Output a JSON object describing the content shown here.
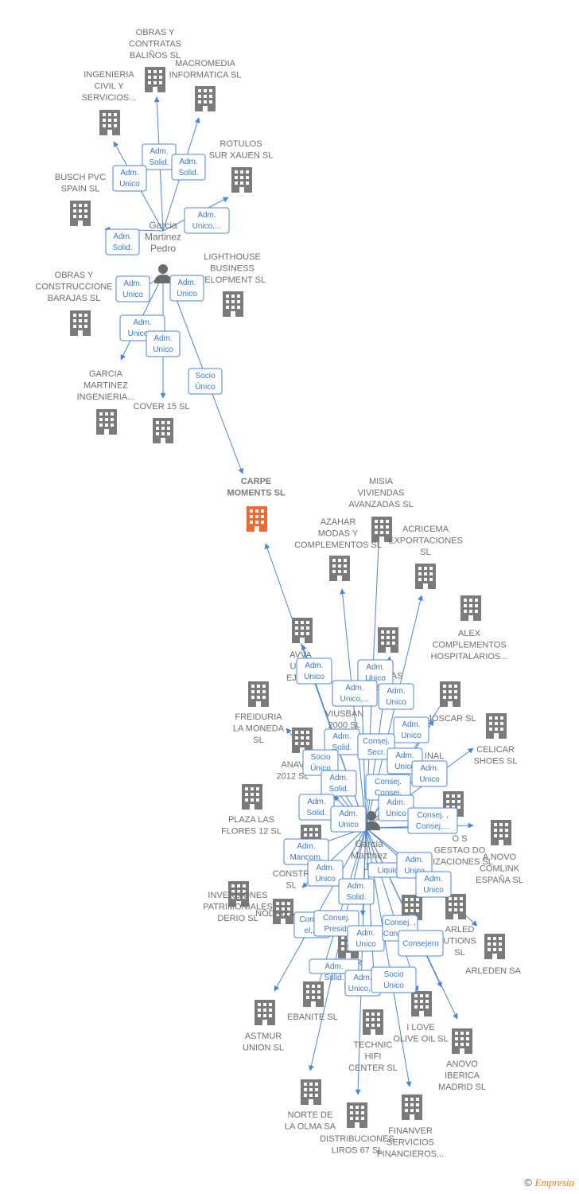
{
  "colors": {
    "building": "#7b7b7b",
    "center": "#f0692e",
    "edge": "#4a86d8",
    "text": "#6e6e6e"
  },
  "footer": {
    "copyright": "©",
    "brand": "Empresia"
  },
  "persons": [
    {
      "id": "p1",
      "label": [
        "Garcia",
        "Martinez",
        "Pedro"
      ]
    },
    {
      "id": "p2",
      "label": [
        "Garcia",
        "Martinez",
        "Jo"
      ]
    }
  ],
  "nodes": [
    {
      "id": "c0",
      "center": true,
      "label": [
        "CARPE",
        "MOMENTS SL"
      ]
    },
    {
      "id": "n1",
      "label": [
        "OBRAS Y",
        "CONTRATAS",
        "BALIÑOS SL"
      ]
    },
    {
      "id": "n2",
      "label": [
        "MACROMEDIA",
        "INFORMATICA SL"
      ]
    },
    {
      "id": "n3",
      "label": [
        "INGENIERIA",
        "CIVIL Y",
        "SERVICIOS..."
      ]
    },
    {
      "id": "n4",
      "label": [
        "ROTULOS",
        "SUR XAUEN SL"
      ]
    },
    {
      "id": "n5",
      "label": [
        "BUSCH PVC",
        "SPAIN SL"
      ]
    },
    {
      "id": "n6",
      "label": [
        "LIGHTHOUSE",
        "BUSINESS",
        "VELOPMENT SL"
      ]
    },
    {
      "id": "n7",
      "label": [
        "OBRAS Y",
        "CONSTRUCCIONE",
        "BARAJAS SL"
      ]
    },
    {
      "id": "n8",
      "label": [
        "GARCIA",
        "MARTINEZ",
        "INGENIERIA..."
      ]
    },
    {
      "id": "n9",
      "label": [
        "COVER 15 SL"
      ]
    },
    {
      "id": "n10",
      "label": [
        "MISIA",
        "VIVIENDAS",
        "AVANZADAS SL"
      ]
    },
    {
      "id": "n11",
      "label": [
        "AZAHAR",
        "MODAS Y",
        "COMPLEMENTOS SL"
      ]
    },
    {
      "id": "n12",
      "label": [
        "ACRICEMA",
        "EXPORTACIONES",
        "SL"
      ]
    },
    {
      "id": "n13",
      "label": [
        "ALEX",
        "COMPLEMENTOS",
        "HOSPITALARIOS..."
      ]
    },
    {
      "id": "n14",
      "label": [
        "AVVA",
        "UNID",
        "EJECU"
      ]
    },
    {
      "id": "n15",
      "label": [
        "RO",
        "TAICAS",
        "ERAS"
      ]
    },
    {
      "id": "n16",
      "label": [
        "FREIDURIA",
        "LA MONEDA",
        "SL"
      ]
    },
    {
      "id": "n17",
      "label": [
        "VIUSBAN",
        "2000 SL"
      ]
    },
    {
      "id": "n18",
      "label": [
        "JOSCAR SL"
      ]
    },
    {
      "id": "n19",
      "label": [
        "CELICAR",
        "SHOES SL"
      ]
    },
    {
      "id": "n20",
      "label": [
        "ANAV",
        "2012 SL"
      ]
    },
    {
      "id": "n21",
      "label": [
        "INAL"
      ]
    },
    {
      "id": "n22",
      "label": [
        "PLAZA LAS",
        "FLORES 12 SL"
      ]
    },
    {
      "id": "n23",
      "label": [
        "O S",
        "GESTAO DO",
        "NIZACIONES SL"
      ]
    },
    {
      "id": "n24",
      "label": [
        "A NOVO",
        "COMLINK",
        "ESPAÑA SL"
      ]
    },
    {
      "id": "n25",
      "label": [
        "CONSTR",
        "SL"
      ]
    },
    {
      "id": "n26",
      "label": [
        "INVERSIONES",
        "PATRIMONIALES",
        "DERIO SL"
      ]
    },
    {
      "id": "n27",
      "label": [
        "NODRIZA"
      ]
    },
    {
      "id": "n28",
      "label": [
        "ARLED",
        "UTIONS",
        "SL"
      ]
    },
    {
      "id": "n29",
      "label": [
        "ARLEDEN SA"
      ]
    },
    {
      "id": "n30",
      "label": [
        "RO"
      ]
    },
    {
      "id": "n31",
      "label": [
        "TUR",
        "TRE",
        "EPO"
      ]
    },
    {
      "id": "n32",
      "label": [
        "EBANITE SL"
      ]
    },
    {
      "id": "n33",
      "label": [
        "ASTMUR",
        "UNION SL"
      ]
    },
    {
      "id": "n34",
      "label": [
        "I LOVE",
        "OLIVE OIL SL"
      ]
    },
    {
      "id": "n35",
      "label": [
        "TECHNIC",
        "HIFI",
        "CENTER SL"
      ]
    },
    {
      "id": "n36",
      "label": [
        "ANOVO",
        "IBERICA",
        "MADRID SL"
      ]
    },
    {
      "id": "n37",
      "label": [
        "NORTE DE",
        "LA OLMA SA"
      ]
    },
    {
      "id": "n38",
      "label": [
        "DISTRIBUCIONES",
        "LIROS 67 SL"
      ]
    },
    {
      "id": "n39",
      "label": [
        "FINANVER",
        "SERVICIOS",
        "FINANCIEROS..."
      ]
    }
  ],
  "relations": [
    [
      "Adm.",
      "Solid."
    ],
    [
      "Adm.",
      "Solid."
    ],
    [
      "Adm.",
      "Unico"
    ],
    [
      "Adm.",
      "Unico,..."
    ],
    [
      "Adm.",
      "Solid."
    ],
    [
      "Adm.",
      "Unico"
    ],
    [
      "Adm.",
      "Unico"
    ],
    [
      "Adm.",
      "Unico,..."
    ],
    [
      "Adm.",
      "Unico"
    ],
    [
      "Socio",
      "Único"
    ],
    [
      "Adm.",
      "Unico"
    ],
    [
      "Adm.",
      "Unico"
    ],
    [
      "Adm.",
      "Unico,..."
    ],
    [
      "Adm.",
      "Unico"
    ],
    [
      "Adm.",
      "Unico"
    ],
    [
      "Adm.",
      "Solid."
    ],
    [
      "Consej.",
      "Secr."
    ],
    [
      "Socio",
      "Único"
    ],
    [
      "Adm.",
      "Unico"
    ],
    [
      "Adm.",
      "Unico"
    ],
    [
      "Adm.",
      "Solid."
    ],
    [
      "Consej.",
      "Consej."
    ],
    [
      "Adm.",
      "Solid."
    ],
    [
      "Adm.",
      "Unico"
    ],
    [
      "Adm.",
      "Unico"
    ],
    [
      "Consej. ,",
      "Consej...."
    ],
    [
      "Adm.",
      "Mancom."
    ],
    [
      "Adm.",
      "Unico"
    ],
    [
      "Liquidador"
    ],
    [
      "Adm.",
      "Unico"
    ],
    [
      "Adm.",
      "Unico"
    ],
    [
      "Adm.",
      "Solid."
    ],
    [
      "Consej",
      "el,..."
    ],
    [
      "Consej.",
      "Presid."
    ],
    [
      "Adm.",
      "Unico"
    ],
    [
      "Consej. ,",
      "Consej...."
    ],
    [
      "Consejero"
    ],
    [
      "Adm.",
      "Solid."
    ],
    [
      "Adm.",
      "Unico,..."
    ],
    [
      "Socio",
      "Único"
    ]
  ]
}
